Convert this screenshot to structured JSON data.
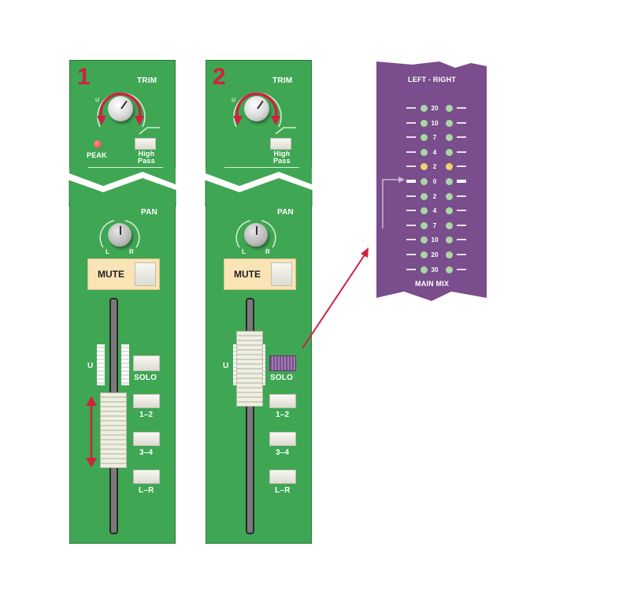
{
  "channels": [
    {
      "number": "1",
      "trim_label": "TRIM",
      "trim_unity_mark": "U",
      "peak_label": "PEAK",
      "high_pass_label_1": "High",
      "high_pass_label_2": "Pass",
      "pan_label": "PAN",
      "pan_left": "L",
      "pan_right": "R",
      "mute_label": "MUTE",
      "fader_unity_mark": "U",
      "solo_label": "SOLO",
      "bus_1_2_label": "1–2",
      "bus_3_4_label": "3–4",
      "bus_lr_label": "L–R"
    },
    {
      "number": "2",
      "trim_label": "TRIM",
      "trim_unity_mark": "U",
      "high_pass_label_1": "High",
      "high_pass_label_2": "Pass",
      "pan_label": "PAN",
      "pan_left": "L",
      "pan_right": "R",
      "mute_label": "MUTE",
      "fader_unity_mark": "U",
      "solo_label": "SOLO",
      "bus_1_2_label": "1–2",
      "bus_3_4_label": "3–4",
      "bus_lr_label": "L–R"
    }
  ],
  "meter": {
    "title": "LEFT - RIGHT",
    "footer": "MAIN MIX",
    "levels": [
      "20",
      "10",
      "7",
      "4",
      "2",
      "0",
      "2",
      "4",
      "7",
      "10",
      "20",
      "30"
    ],
    "lit_yellow_level_index": 4,
    "zero_level_index": 5
  },
  "colors": {
    "strip_green": "#3fa653",
    "accent_red": "#d1203f",
    "meter_purple": "#7a4d8c",
    "mute_panel": "#fae3b5",
    "solo_active": "#7a4d8c"
  }
}
